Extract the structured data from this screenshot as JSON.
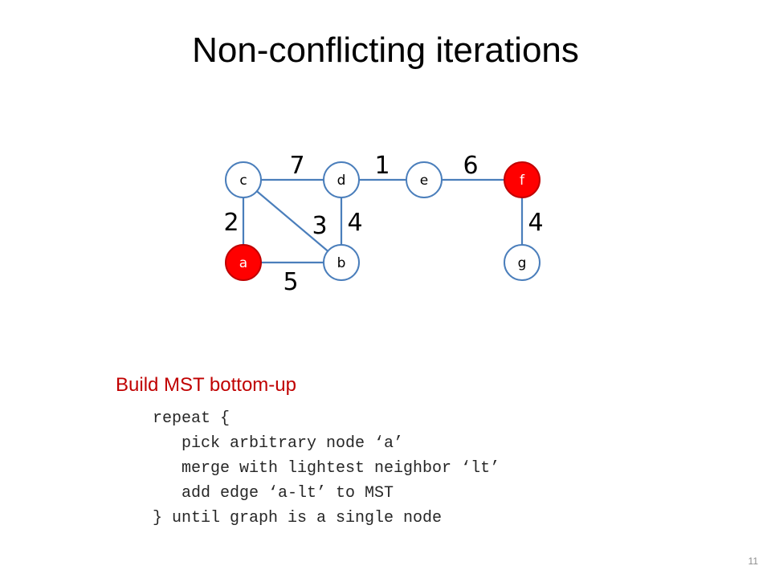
{
  "slide": {
    "title": "Non-conflicting iterations",
    "number": "11"
  },
  "graph": {
    "colors": {
      "node_fill": "#ffffff",
      "node_stroke": "#4a7ebb",
      "highlight_fill": "#ff0000",
      "highlight_stroke": "#c00000",
      "edge": "#4a7ebb"
    },
    "nodes": [
      {
        "id": "c",
        "label": "c",
        "highlight": false
      },
      {
        "id": "d",
        "label": "d",
        "highlight": false
      },
      {
        "id": "e",
        "label": "e",
        "highlight": false
      },
      {
        "id": "f",
        "label": "f",
        "highlight": true
      },
      {
        "id": "a",
        "label": "a",
        "highlight": true
      },
      {
        "id": "b",
        "label": "b",
        "highlight": false
      },
      {
        "id": "g",
        "label": "g",
        "highlight": false
      }
    ],
    "edges": [
      {
        "from": "c",
        "to": "d",
        "weight": "7"
      },
      {
        "from": "d",
        "to": "e",
        "weight": "1"
      },
      {
        "from": "e",
        "to": "f",
        "weight": "6"
      },
      {
        "from": "c",
        "to": "a",
        "weight": "2"
      },
      {
        "from": "c",
        "to": "b",
        "weight": "3"
      },
      {
        "from": "d",
        "to": "b",
        "weight": "4"
      },
      {
        "from": "f",
        "to": "g",
        "weight": "4"
      },
      {
        "from": "a",
        "to": "b",
        "weight": "5"
      }
    ]
  },
  "algorithm": {
    "heading": "Build MST bottom-up",
    "code": [
      "repeat {",
      "   pick arbitrary node ‘a’",
      "   merge with lightest neighbor ‘lt’",
      "   add edge ‘a-lt’ to MST",
      "} until graph is a single node"
    ]
  }
}
